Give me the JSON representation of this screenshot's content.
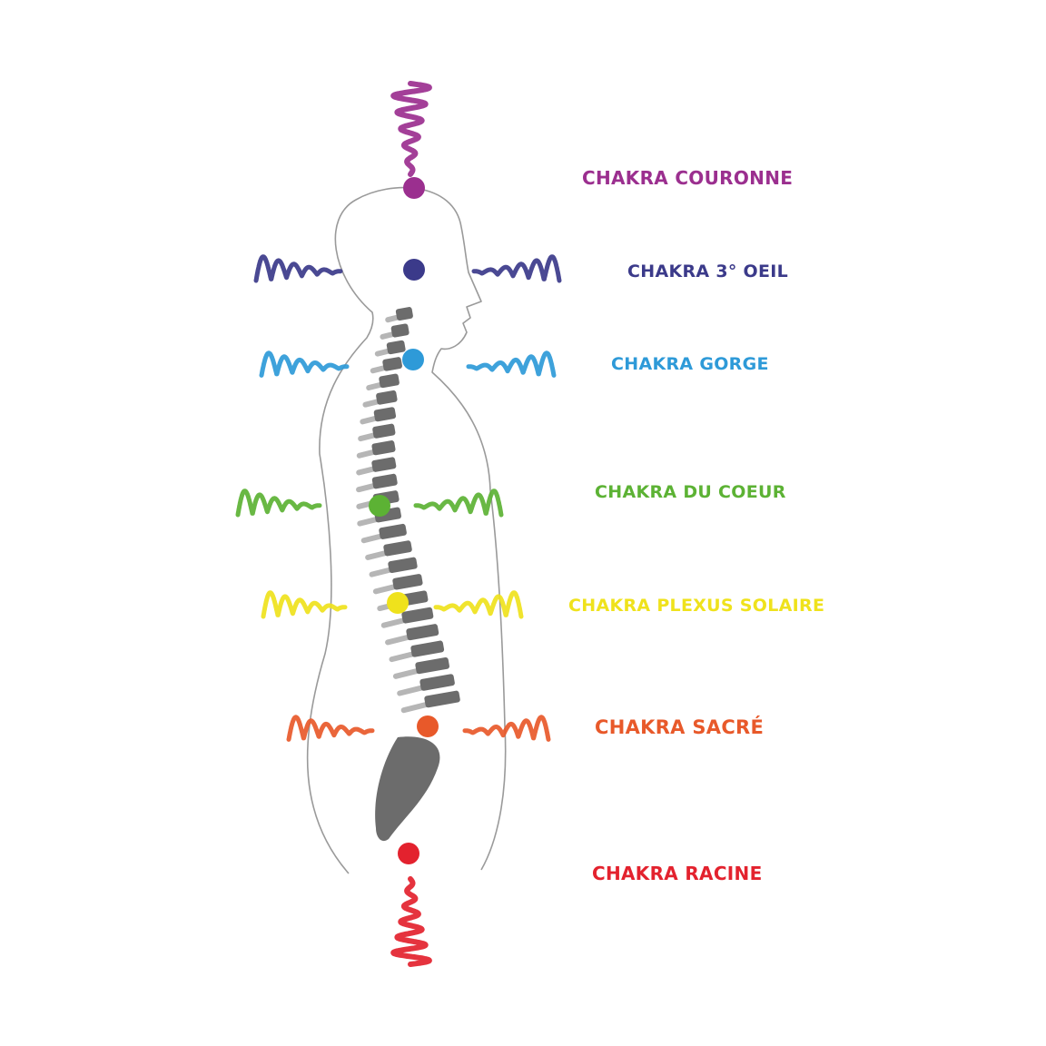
{
  "chakras": [
    {
      "key": "couronne",
      "label": "CHAKRA COURONNE",
      "color": "#9b2f8f"
    },
    {
      "key": "oeil",
      "label": "CHAKRA 3° OEIL",
      "color": "#3b3a8a"
    },
    {
      "key": "gorge",
      "label": "CHAKRA GORGE",
      "color": "#2e9ad8"
    },
    {
      "key": "coeur",
      "label": "CHAKRA DU COEUR",
      "color": "#5cb234"
    },
    {
      "key": "plexus",
      "label": "CHAKRA PLEXUS SOLAIRE",
      "color": "#efe21c"
    },
    {
      "key": "sacre",
      "label": "CHAKRA SACRÉ",
      "color": "#e8592a"
    },
    {
      "key": "racine",
      "label": "CHAKRA RACINE",
      "color": "#e3222e"
    }
  ],
  "colors": {
    "outline": "#9a9a9a",
    "spine_dark": "#6c6c6c",
    "spine_light": "#b6b6b6"
  }
}
